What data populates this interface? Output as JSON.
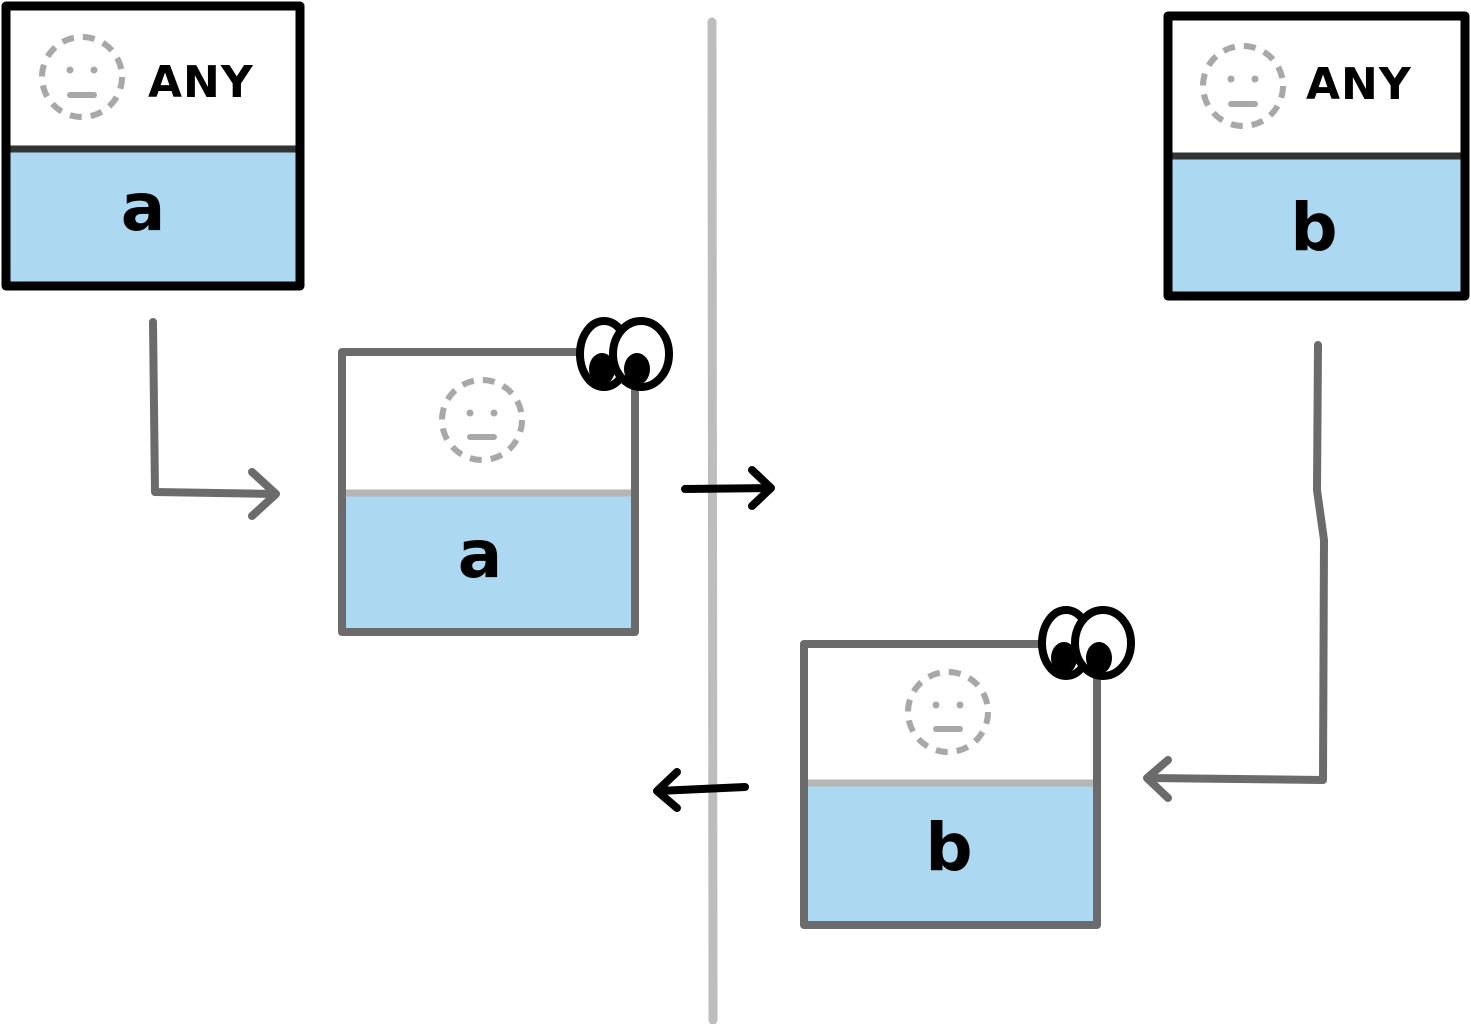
{
  "left": {
    "source_box": {
      "tag": "ANY",
      "value": "a"
    },
    "copy_box": {
      "value": "a"
    }
  },
  "right": {
    "source_box": {
      "tag": "ANY",
      "value": "b"
    },
    "copy_box": {
      "value": "b"
    }
  },
  "colors": {
    "value_fill": "#acd8f2",
    "dark_border": "#000000",
    "copy_border": "#6b6b6b",
    "face_gray": "#a8a8a8",
    "divider": "#bdbdbd",
    "arrow_gray": "#6b6b6b"
  },
  "icons": [
    "dotted-face-icon",
    "eyes-icon",
    "arrow-right-icon",
    "arrow-left-icon"
  ]
}
